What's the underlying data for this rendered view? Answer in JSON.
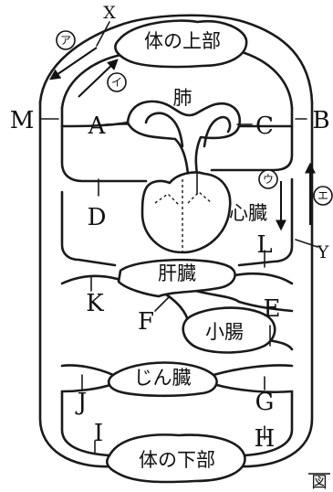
{
  "organs": {
    "upper_body": "体の上部",
    "lungs": "肺",
    "heart": "心臓",
    "liver": "肝臓",
    "small_intestine": "小腸",
    "kidney": "じん臓",
    "lower_body": "体の下部"
  },
  "vessel_labels": {
    "A": "A",
    "B": "B",
    "C": "C",
    "D": "D",
    "E": "E",
    "F": "F",
    "G": "G",
    "H": "H",
    "I": "I",
    "J": "J",
    "K": "K",
    "L": "L",
    "M": "M",
    "X": "X",
    "Y": "Y"
  },
  "arrow_labels": {
    "a": "ア",
    "i": "イ",
    "u": "ウ",
    "e": "エ"
  },
  "figure_label": "図"
}
